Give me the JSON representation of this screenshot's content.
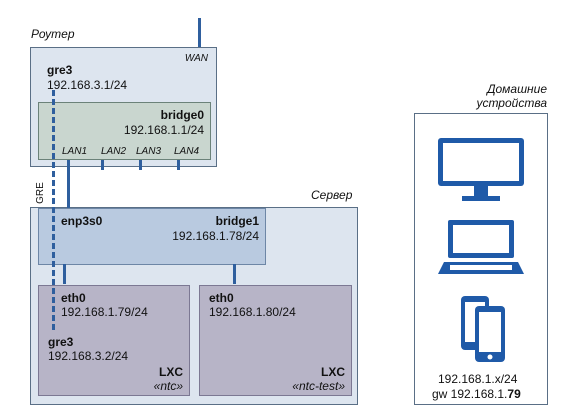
{
  "router": {
    "title": "Роутер",
    "wan": "WAN",
    "gre_name": "gre3",
    "gre_ip": "192.168.3.1/24",
    "bridge_name": "bridge0",
    "bridge_ip": "192.168.1.1/24",
    "lan_ports": [
      "LAN1",
      "LAN2",
      "LAN3",
      "LAN4"
    ]
  },
  "tunnel_label": "GRE",
  "server": {
    "title": "Сервер",
    "nic_name": "enp3s0",
    "bridge_name": "bridge1",
    "bridge_ip": "192.168.1.78/24",
    "containers": [
      {
        "iface": "eth0",
        "ip": "192.168.1.79/24",
        "gre_name": "gre3",
        "gre_ip": "192.168.3.2/24",
        "type": "LXC",
        "name": "«ntc»"
      },
      {
        "iface": "eth0",
        "ip": "192.168.1.80/24",
        "type": "LXC",
        "name": "«ntc-test»"
      }
    ]
  },
  "home": {
    "title_line1": "Домашние",
    "title_line2": "устройства",
    "icons": [
      "monitor-icon",
      "laptop-icon",
      "phones-icon"
    ],
    "ip": "192.168.1.x/24",
    "gw_prefix": "gw 192.168.1.",
    "gw_suffix": "79"
  },
  "colors": {
    "line": "#2f5f9e",
    "device": "#1f5aa8"
  }
}
